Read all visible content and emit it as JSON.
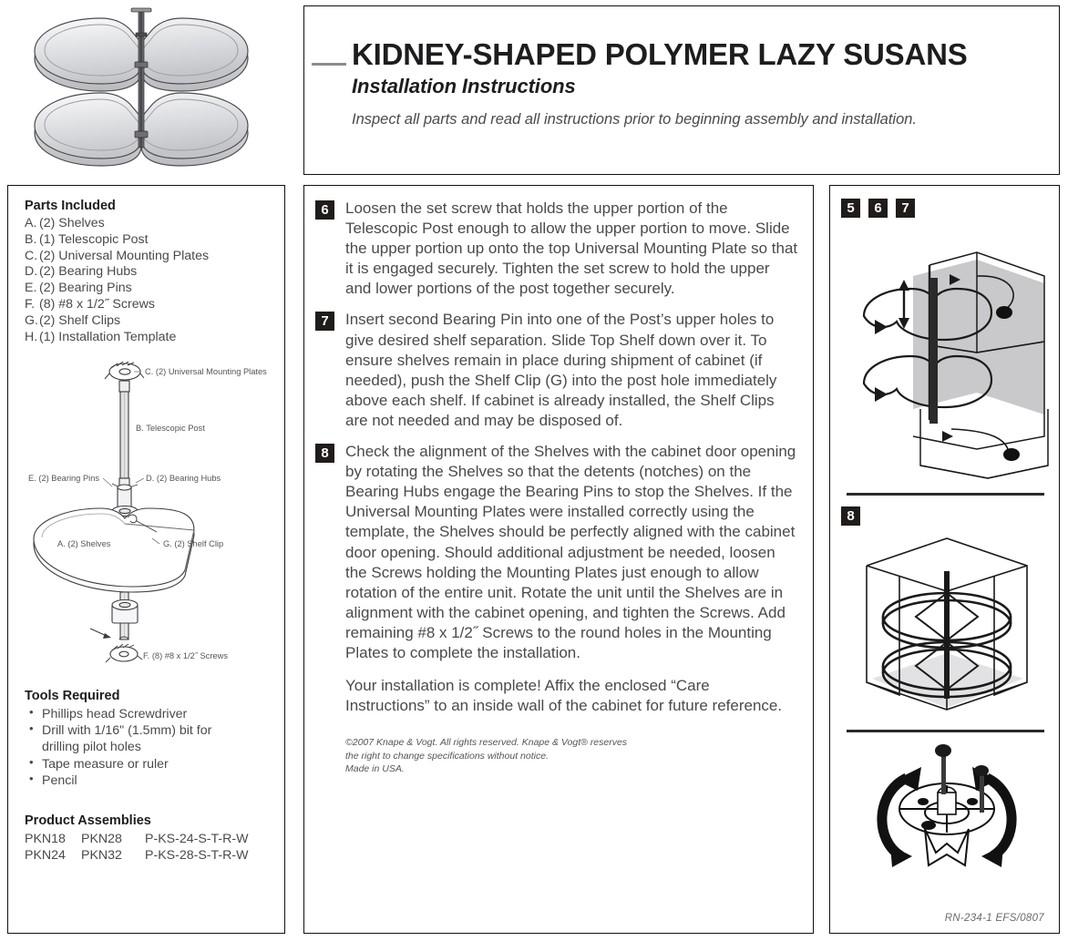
{
  "header": {
    "title": "KIDNEY-SHAPED POLYMER LAZY SUSANS",
    "subtitle": "Installation Instructions",
    "note": "Inspect all parts and read all instructions prior to beginning assembly and installation."
  },
  "hero": {
    "caption": "two-tier kidney-shaped lazy susan on telescopic post"
  },
  "parts": {
    "heading": "Parts Included",
    "items": [
      {
        "key": "A.",
        "text": "(2) Shelves"
      },
      {
        "key": "B.",
        "text": "(1) Telescopic Post"
      },
      {
        "key": "C.",
        "text": "(2) Universal Mounting Plates"
      },
      {
        "key": "D.",
        "text": "(2) Bearing Hubs"
      },
      {
        "key": "E.",
        "text": "(2) Bearing Pins"
      },
      {
        "key": "F.",
        "text": "(8) #8 x 1/2˝ Screws"
      },
      {
        "key": "G.",
        "text": "(2) Shelf Clips"
      },
      {
        "key": "H.",
        "text": "(1) Installation Template"
      }
    ]
  },
  "exploded_labels": {
    "c": "C. (2) Universal Mounting Plates",
    "b": "B. Telescopic Post",
    "d": "D. (2) Bearing Hubs",
    "e": "E. (2) Bearing Pins",
    "a": "A. (2) Shelves",
    "g": "G. (2) Shelf Clip",
    "f": "F. (8) #8 x 1/2˝ Screws"
  },
  "tools": {
    "heading": "Tools Required",
    "items": [
      "Phillips head Screwdriver",
      "Drill with 1/16\" (1.5mm) bit for",
      "Tape measure or ruler",
      "Pencil"
    ],
    "item2_continuation": "drilling pilot holes"
  },
  "assemblies": {
    "heading": "Product Assemblies",
    "rows": [
      {
        "col1": "PKN18",
        "col2": "PKN28",
        "col3": "P-KS-24-S-T-R-W"
      },
      {
        "col1": "PKN24",
        "col2": "PKN32",
        "col3": "P-KS-28-S-T-R-W"
      }
    ]
  },
  "steps": [
    {
      "number": "6",
      "text": "Loosen the set screw that holds the upper portion of the Telescopic Post enough to allow the upper portion to move.  Slide the upper portion up onto the top Universal Mounting Plate so that it is engaged securely. Tighten the set screw to hold the upper and lower portions of the post together securely."
    },
    {
      "number": "7",
      "text": "Insert second Bearing Pin into one of the Post’s upper holes to give desired shelf separation.  Slide Top Shelf down over it. To ensure shelves remain in place during shipment of cabinet (if needed), push the Shelf Clip (G) into the post hole immediately above each shelf. If cabinet is already installed, the Shelf Clips are not needed and may be disposed of."
    },
    {
      "number": "8",
      "text": "Check the alignment of the Shelves with the cabinet door opening by rotating the Shelves so that the detents (notches) on the Bearing Hubs engage the Bearing Pins to stop the Shelves.  If the Universal Mounting Plates were installed correctly using the template, the Shelves should be perfectly aligned with the cabinet door opening.  Should additional adjustment be needed, loosen the Screws holding the Mounting Plates just enough to allow rotation of the entire unit.  Rotate the unit until the Shelves are in alignment with the cabinet opening, and tighten the Screws.  Add remaining #8 x 1/2˝ Screws to the round holes in the Mounting Plates to complete the installation."
    }
  ],
  "closing": "Your installation is complete!  Affix the enclosed “Care Instructions” to an inside wall of the cabinet for future reference.",
  "copyright": {
    "line1": "©2007 Knape & Vogt. All rights reserved. Knape & Vogt® reserves",
    "line2": "the right to change specifications without notice.",
    "line3": "Made in USA."
  },
  "right_column": {
    "badges_top": [
      "5",
      "6",
      "7"
    ],
    "badge_mid": "8",
    "figure_top": "cabinet cutaway showing post and shelves installation",
    "figure_mid": "corner cabinet with two installed lazy susan shelves",
    "figure_bottom": "mounting plate rotation adjustment with screws",
    "ref_code": "RN-234-1 EFS/0807"
  },
  "colors": {
    "border": "#111111",
    "badge_bg": "#201c1a",
    "text": "#4a4a4d",
    "heading": "#1d1d1f",
    "accent_dash": "#8c8c8e"
  }
}
